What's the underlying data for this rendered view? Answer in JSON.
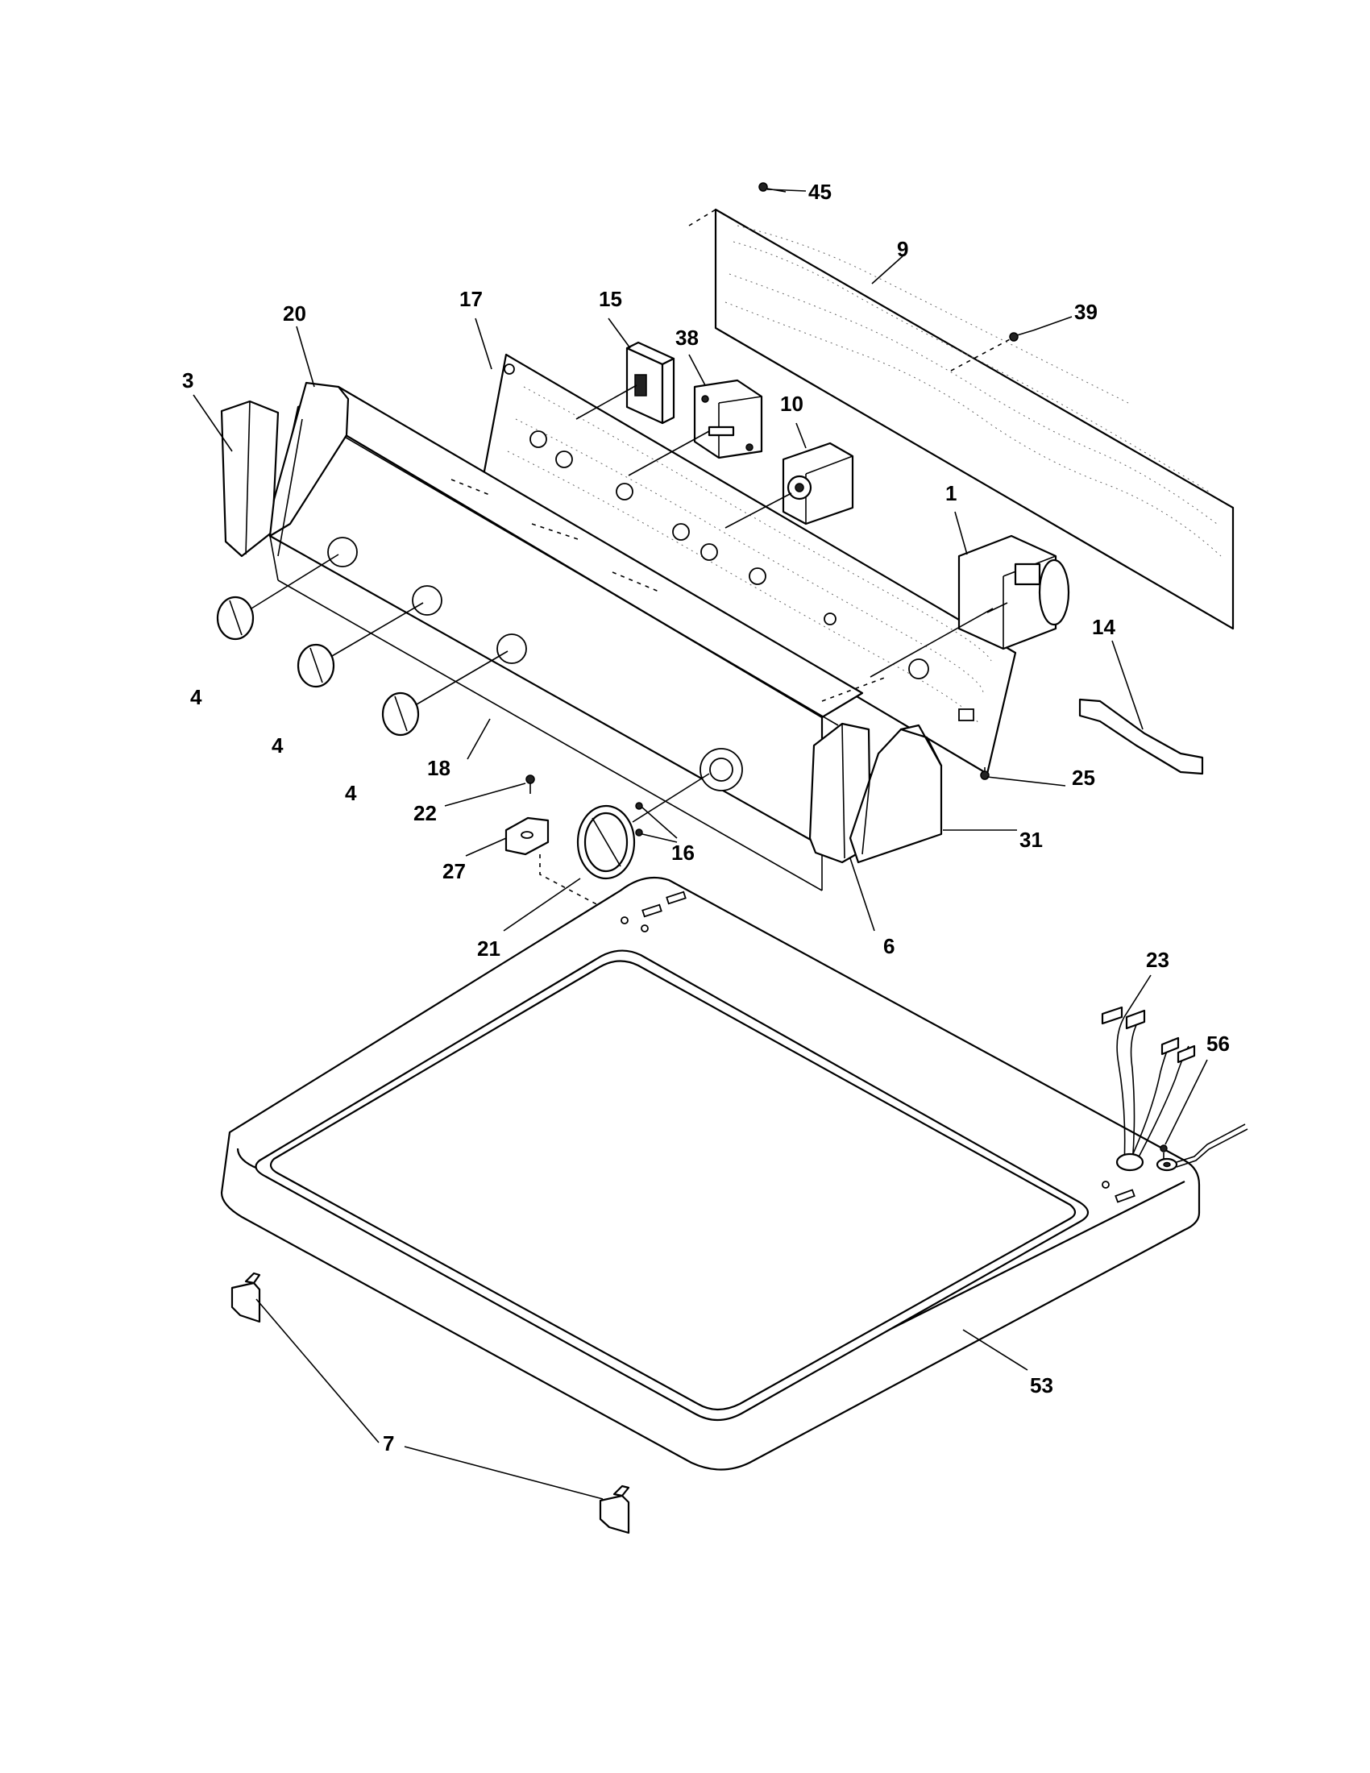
{
  "diagram": {
    "callouts": [
      {
        "id": "c45",
        "label": "45"
      },
      {
        "id": "c9",
        "label": "9"
      },
      {
        "id": "c39",
        "label": "39"
      },
      {
        "id": "c17",
        "label": "17"
      },
      {
        "id": "c15",
        "label": "15"
      },
      {
        "id": "c38",
        "label": "38"
      },
      {
        "id": "c10",
        "label": "10"
      },
      {
        "id": "c20",
        "label": "20"
      },
      {
        "id": "c3",
        "label": "3"
      },
      {
        "id": "c1",
        "label": "1"
      },
      {
        "id": "c14",
        "label": "14"
      },
      {
        "id": "c4a",
        "label": "4"
      },
      {
        "id": "c4b",
        "label": "4"
      },
      {
        "id": "c4c",
        "label": "4"
      },
      {
        "id": "c18",
        "label": "18"
      },
      {
        "id": "c25",
        "label": "25"
      },
      {
        "id": "c22",
        "label": "22"
      },
      {
        "id": "c16",
        "label": "16"
      },
      {
        "id": "c31",
        "label": "31"
      },
      {
        "id": "c27",
        "label": "27"
      },
      {
        "id": "c21",
        "label": "21"
      },
      {
        "id": "c6",
        "label": "6"
      },
      {
        "id": "c23",
        "label": "23"
      },
      {
        "id": "c56",
        "label": "56"
      },
      {
        "id": "c53",
        "label": "53"
      },
      {
        "id": "c7",
        "label": "7"
      }
    ]
  }
}
